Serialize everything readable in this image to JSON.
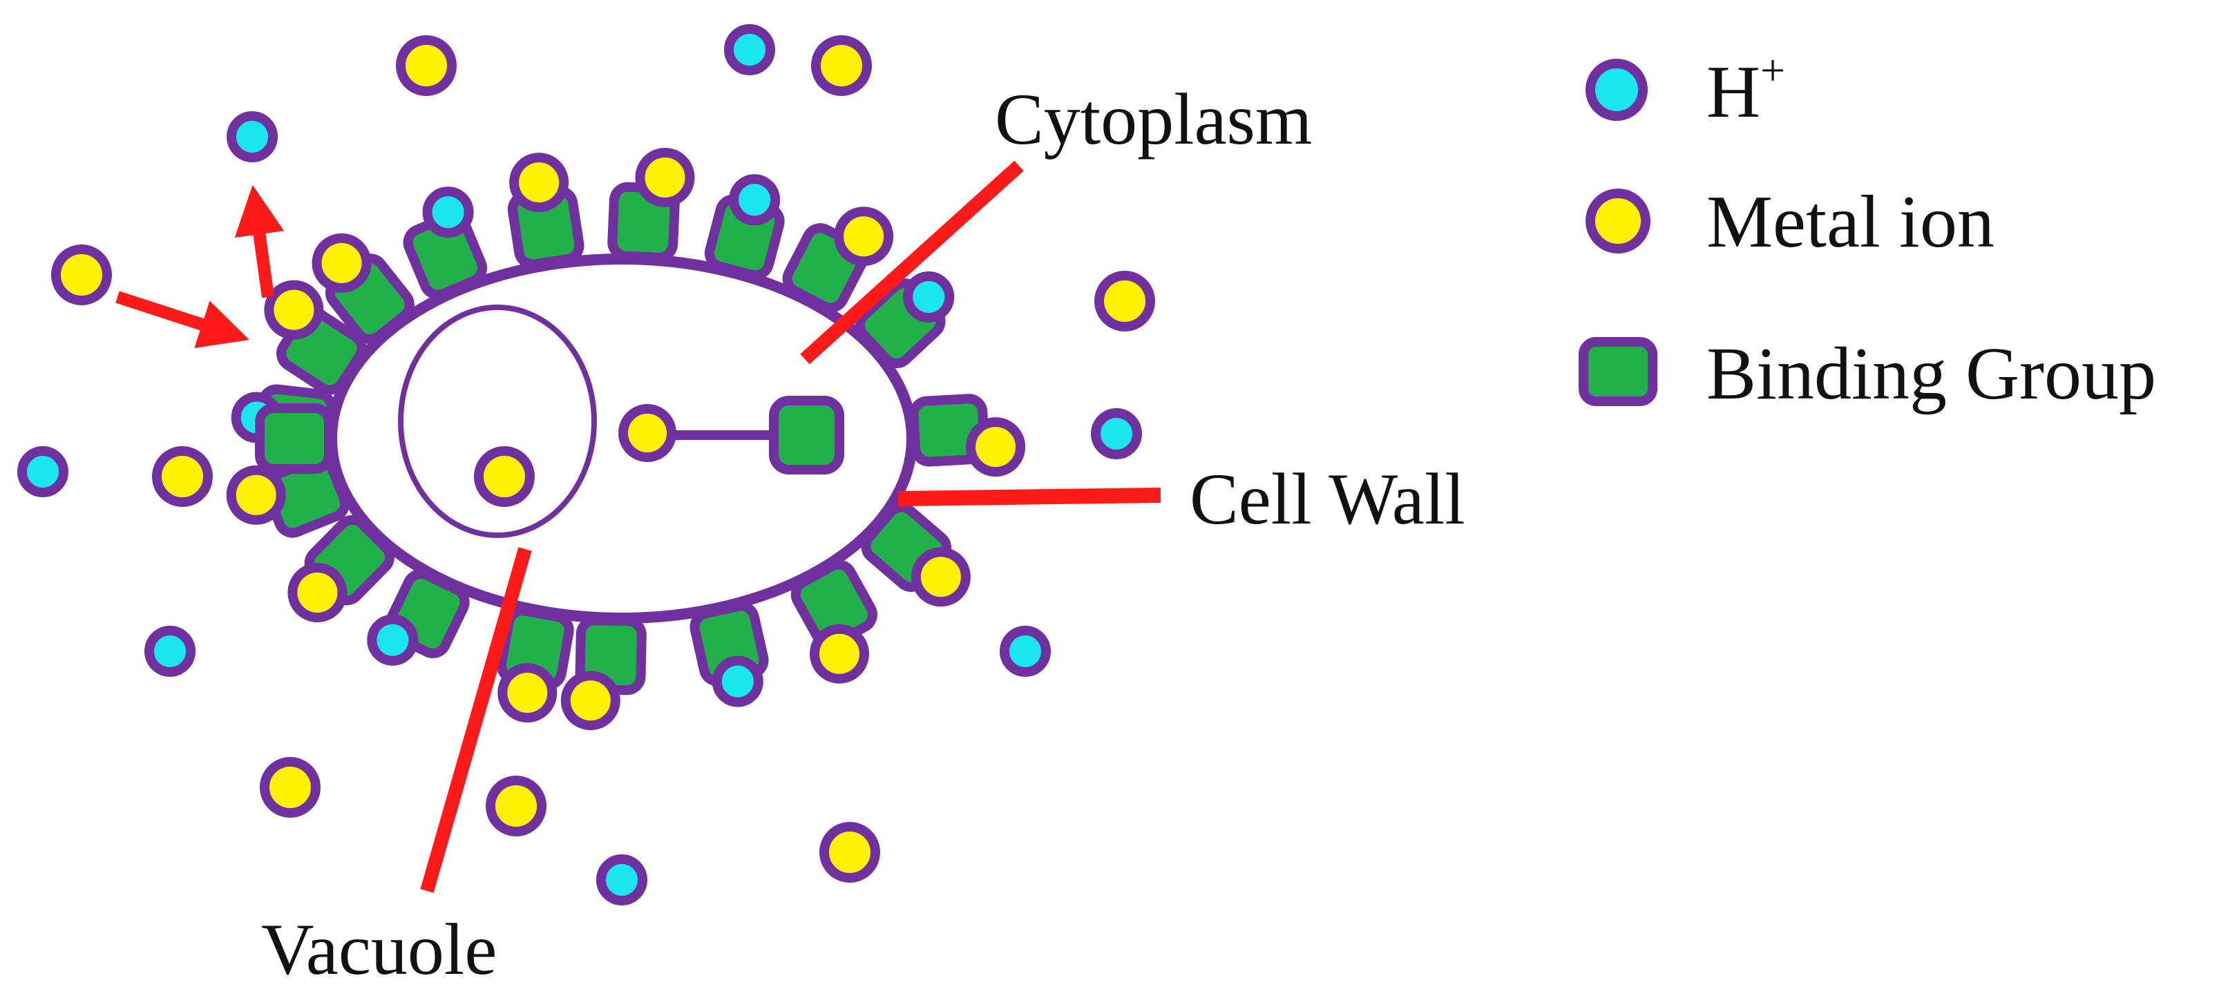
{
  "colors": {
    "outline": "#7030a0",
    "hydrogen": "#19e6ee",
    "metal": "#fff200",
    "binding": "#22b04a",
    "arrow": "#ff1a1a",
    "background": "#ffffff"
  },
  "labels": {
    "cytoplasm": "Cytoplasm",
    "cell_wall": "Cell Wall",
    "vacuole": "Vacuole"
  },
  "legend": {
    "hydrogen": {
      "text": "H",
      "superscript": "+"
    },
    "metal": {
      "text": "Metal ion"
    },
    "binding": {
      "text": "Binding Group"
    }
  }
}
